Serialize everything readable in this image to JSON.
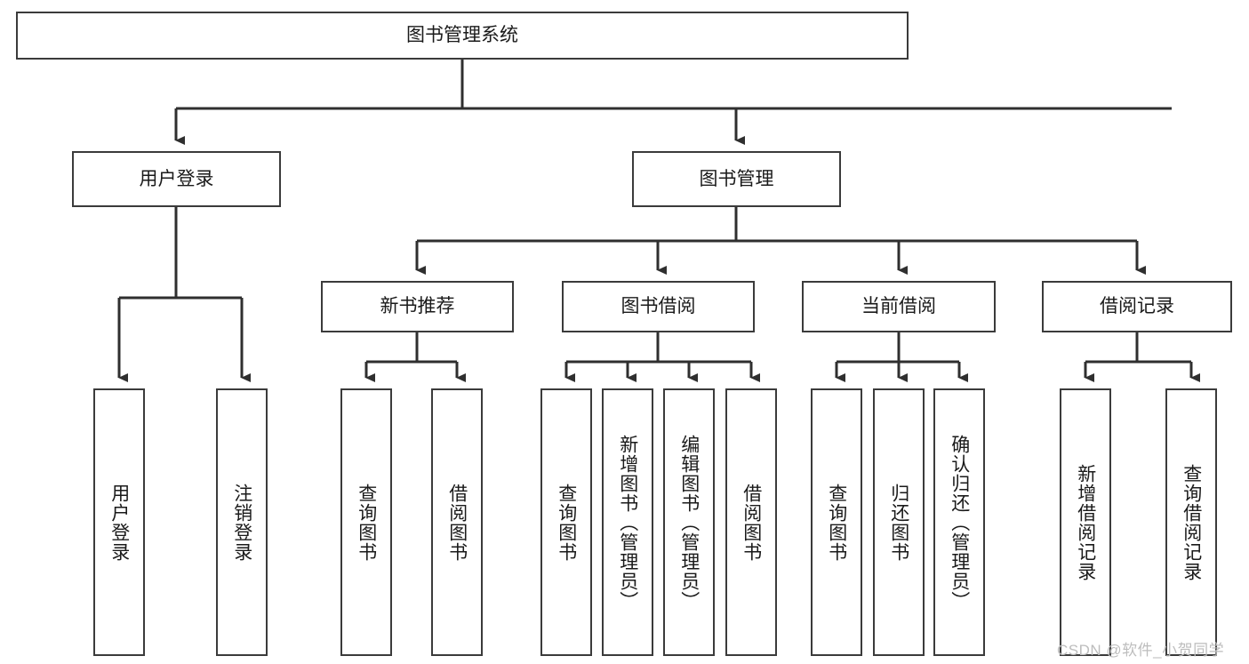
{
  "diagram": {
    "title": "图书管理系统",
    "type": "tree-hierarchy-diagram",
    "watermark": "CSDN @软件_小贺同学",
    "colors": {
      "box_border": "#3b3b3b",
      "box_fill": "#ffffff",
      "connector": "#2f2f2f",
      "text": "#1a1a1a",
      "watermark": "#bdbdbd",
      "background": "#ffffff"
    },
    "root": {
      "label": "图书管理系统"
    },
    "level2": [
      {
        "label": "用户登录"
      },
      {
        "label": "图书管理"
      }
    ],
    "level3": [
      {
        "label": "新书推荐"
      },
      {
        "label": "图书借阅"
      },
      {
        "label": "当前借阅"
      },
      {
        "label": "借阅记录"
      }
    ],
    "leaves": {
      "user_login": [
        {
          "label": "用户登录"
        },
        {
          "label": "注销登录"
        }
      ],
      "new_book_recommend": [
        {
          "label": "查询图书"
        },
        {
          "label": "借阅图书"
        }
      ],
      "book_borrow": [
        {
          "label": "查询图书"
        },
        {
          "label": "新增图书（管理员）"
        },
        {
          "label": "编辑图书（管理员）"
        },
        {
          "label": "借阅图书"
        }
      ],
      "current_borrow": [
        {
          "label": "查询图书"
        },
        {
          "label": "归还图书"
        },
        {
          "label": "确认归还（管理员）"
        }
      ],
      "borrow_record": [
        {
          "label": "新增借阅记录"
        },
        {
          "label": "查询借阅记录"
        }
      ]
    }
  }
}
